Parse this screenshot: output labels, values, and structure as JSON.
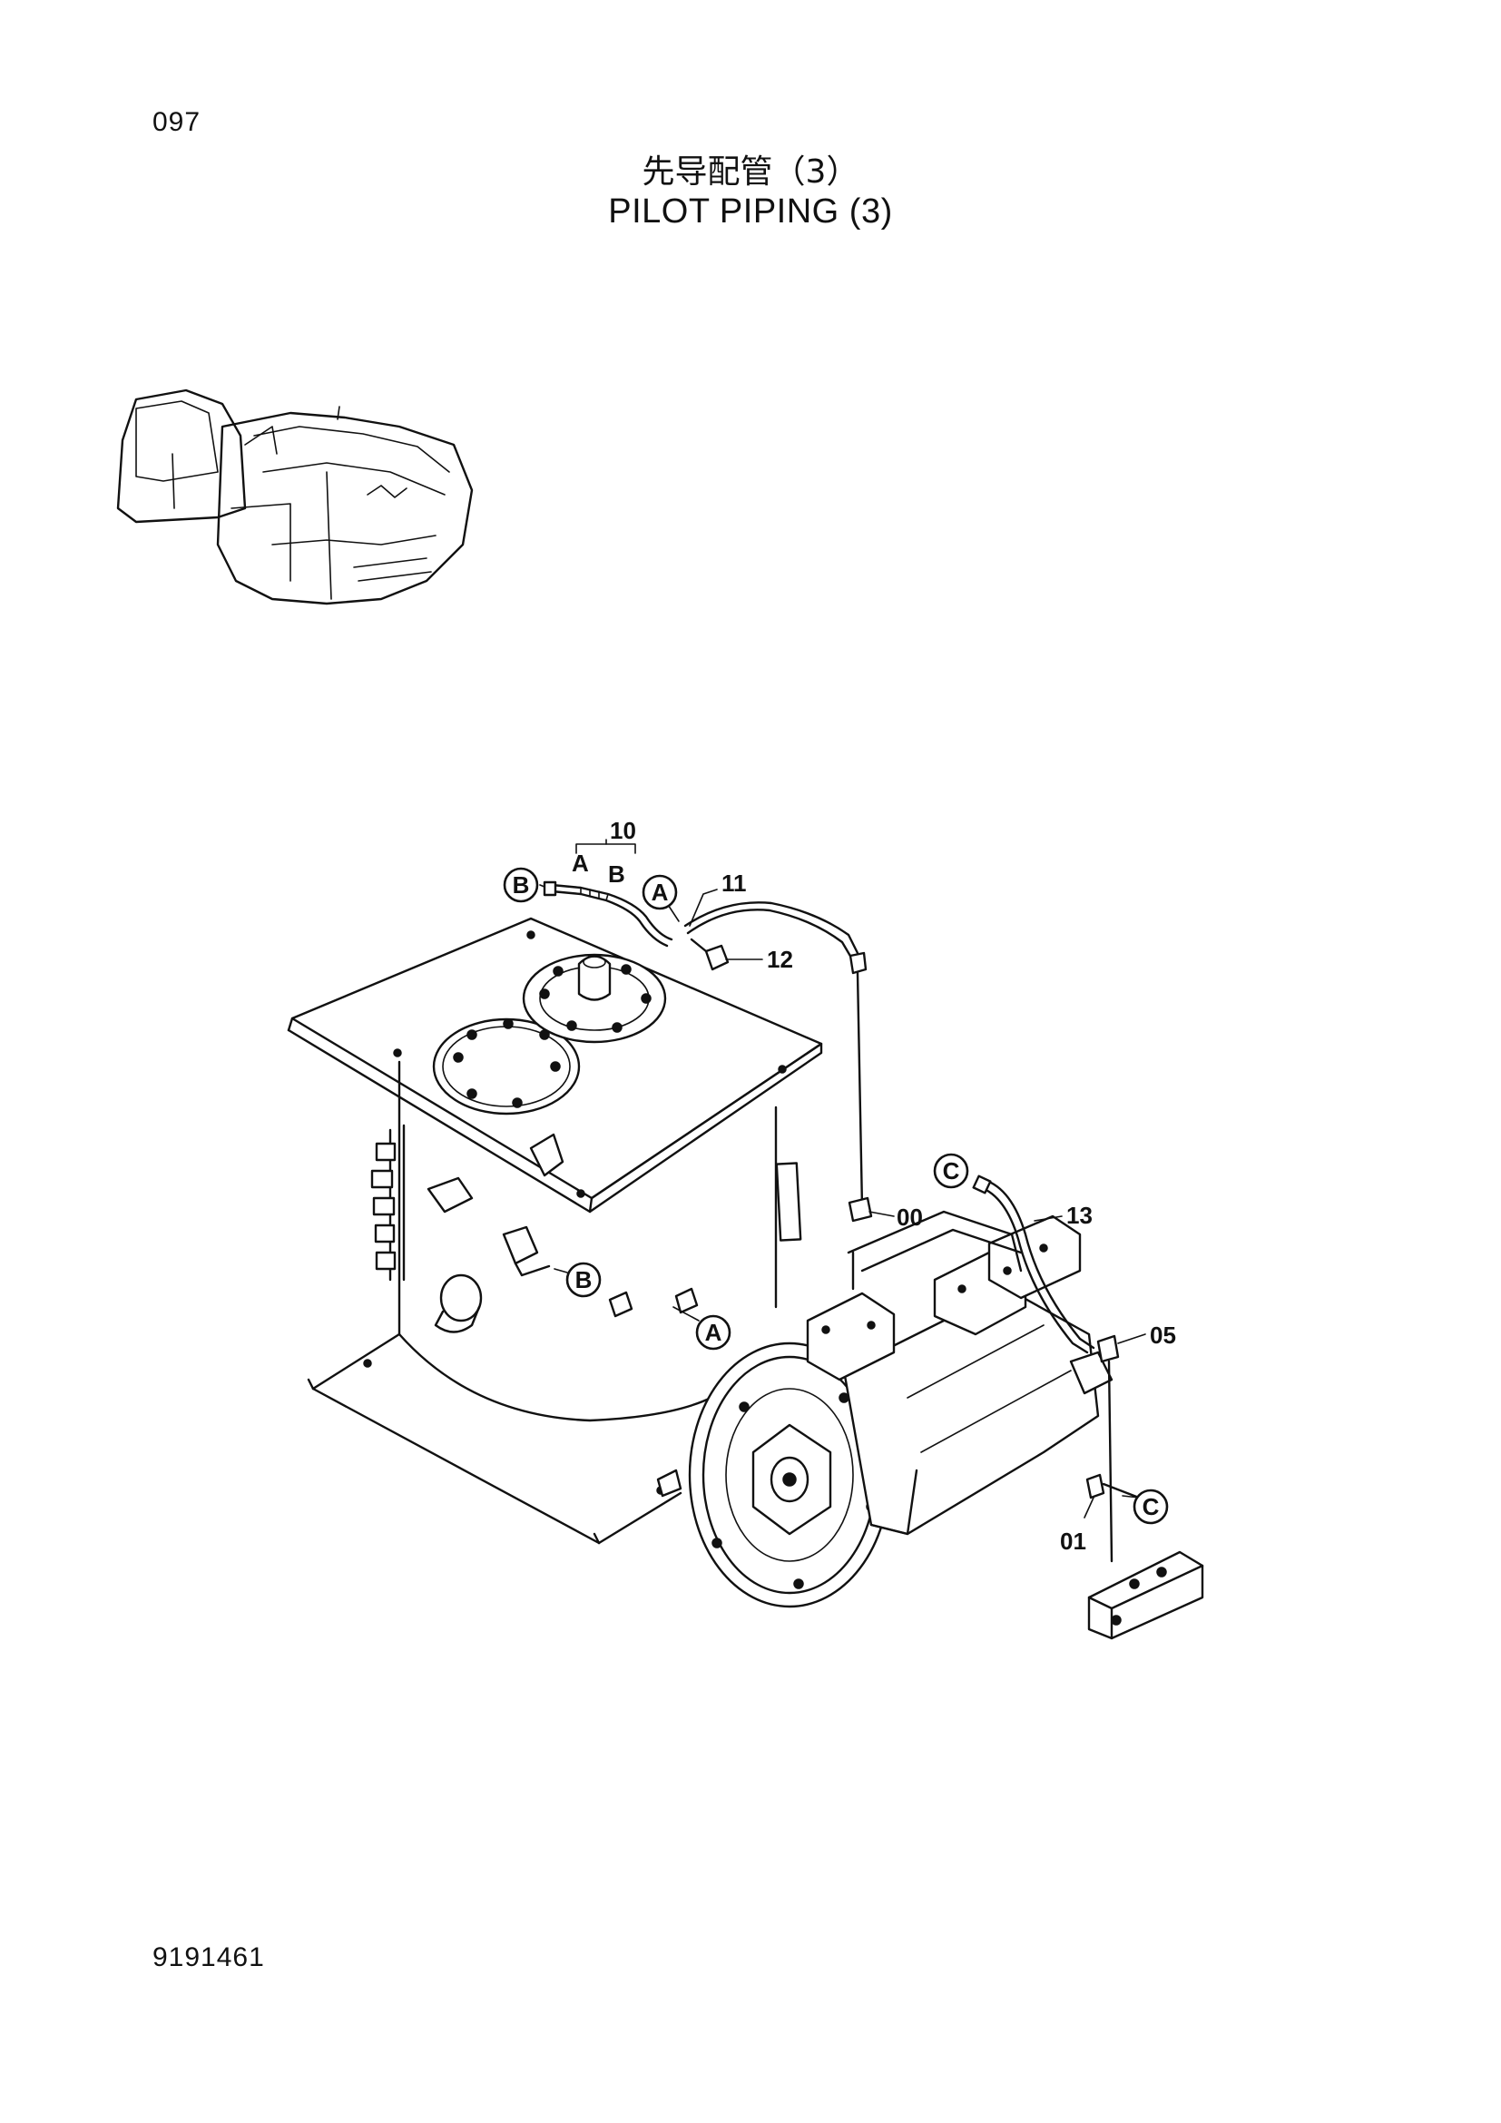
{
  "header": {
    "page_number": "097",
    "title_cn": "先导配管（3）",
    "title_en": "PILOT PIPING (3)"
  },
  "footer": {
    "doc_number": "9191461"
  },
  "diagram": {
    "part_labels": {
      "p10": "10",
      "p11": "11",
      "p12": "12",
      "p00": "00",
      "p13": "13",
      "p05": "05",
      "p01": "01",
      "endA": "A",
      "endB": "B"
    },
    "callouts": {
      "B_top": "B",
      "A_top": "A",
      "B_mid": "B",
      "A_mid": "A",
      "C_top": "C",
      "C_bottom": "C"
    }
  }
}
